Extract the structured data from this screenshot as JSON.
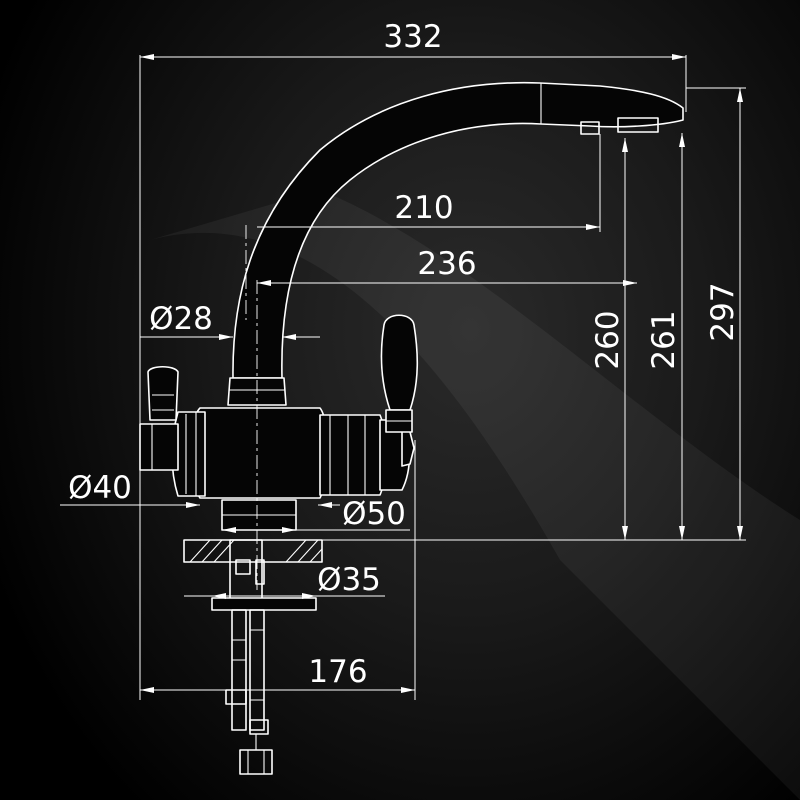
{
  "dimensions": {
    "overall_length": "332",
    "spout_reach_inner": "210",
    "spout_reach_outer": "236",
    "height_spout_outlet": "260",
    "height_spout_inner": "261",
    "overall_height": "297",
    "spout_diameter": "Ø28",
    "body_diameter": "Ø40",
    "base_diameter": "Ø50",
    "thread_diameter": "Ø35",
    "body_width": "176"
  },
  "colors": {
    "background": "#000000",
    "line": "#ffffff",
    "highlight": "#2a2a2a"
  }
}
